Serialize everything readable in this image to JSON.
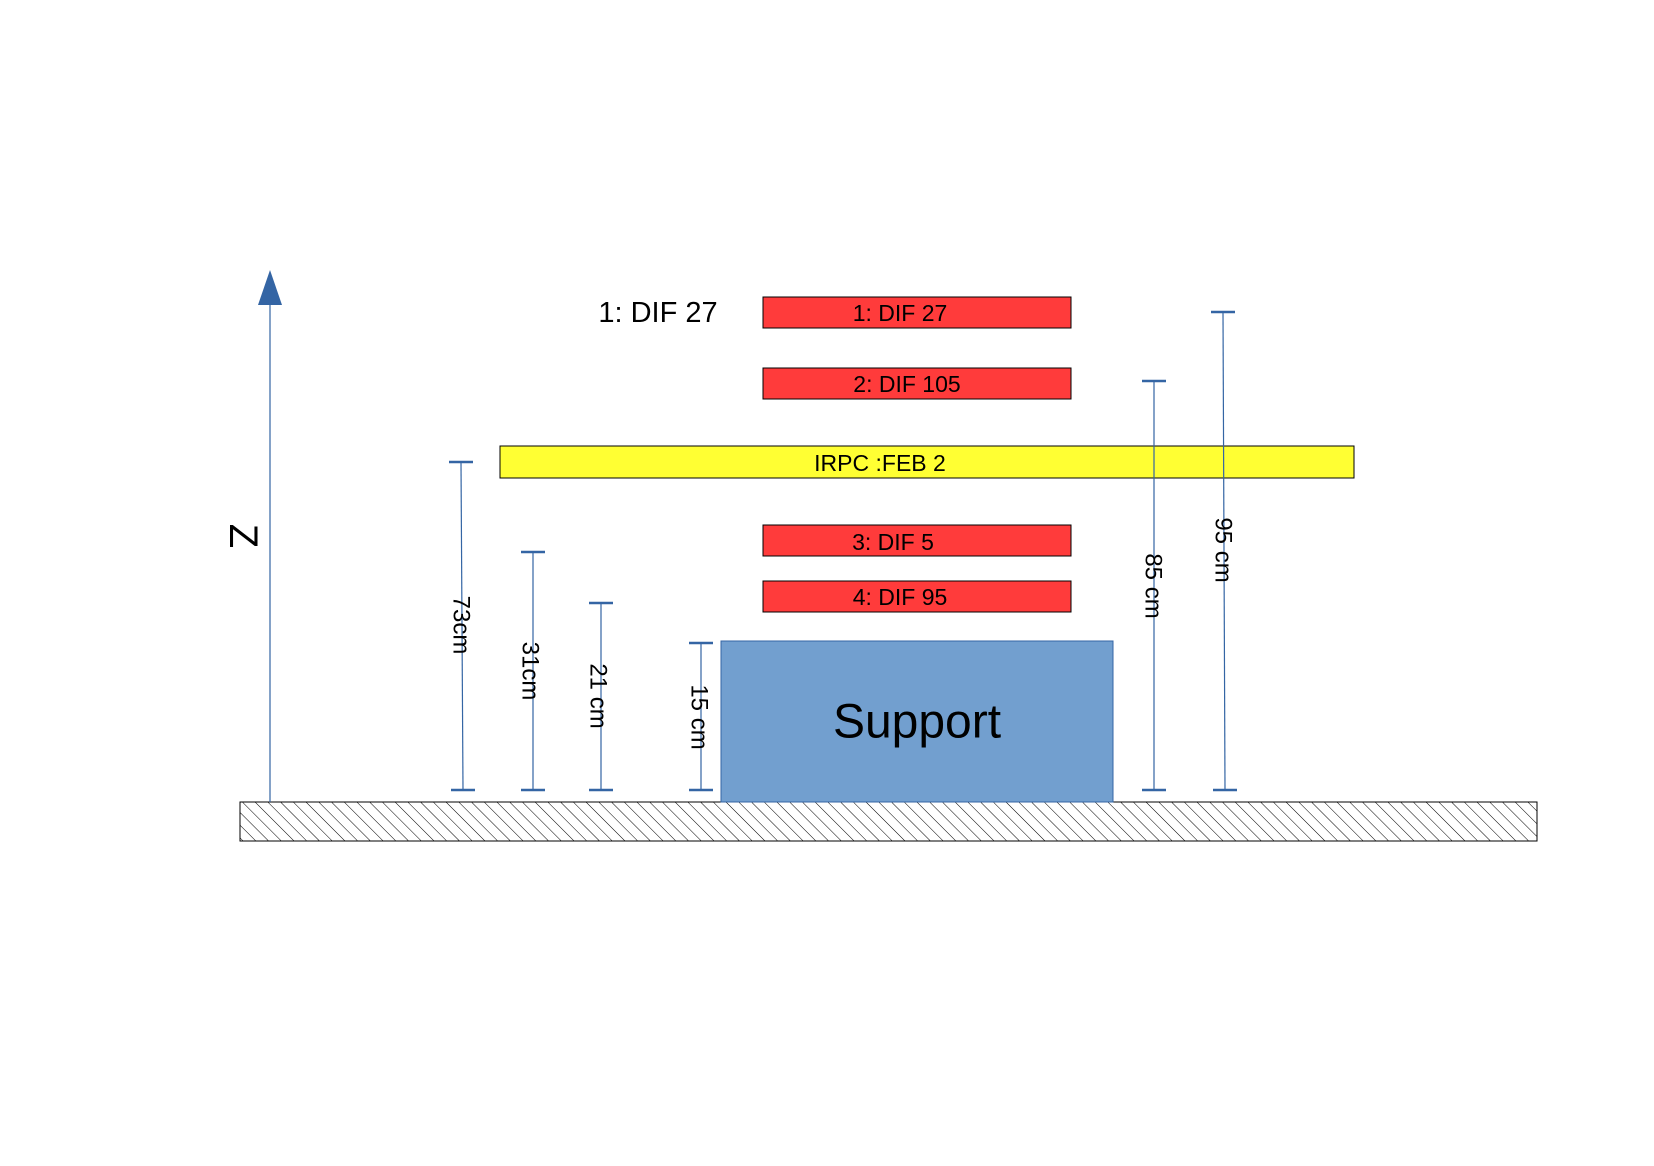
{
  "colors": {
    "dif_fill": "#ff3b3b",
    "irpc_fill": "#ffff33",
    "support_fill": "#729fcf",
    "dimension_line": "#3465a4",
    "axis_arrow": "#3465a4",
    "ground_hatch": "#000000"
  },
  "axis": {
    "label": "Z"
  },
  "legend": {
    "text": "1: DIF 27"
  },
  "layers": {
    "dif27": "1: DIF 27",
    "dif105": "2: DIF 105",
    "irpc": "IRPC :FEB 2",
    "dif5": "3: DIF 5",
    "dif95": "4: DIF 95"
  },
  "support": {
    "label": "Support"
  },
  "dimensions": {
    "d73": "73cm",
    "d31": "31cm",
    "d21": "21 cm",
    "d15": "15 cm",
    "d85": "85 cm",
    "d95": "95 cm"
  },
  "icons": {
    "axis_arrow": "arrow-up-icon",
    "ground": "hatched-ground"
  }
}
